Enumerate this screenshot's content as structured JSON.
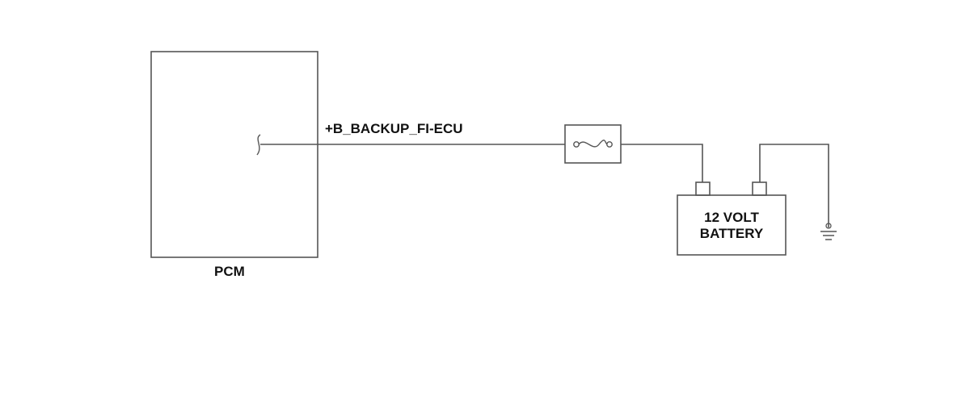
{
  "diagram": {
    "pcm_label": "PCM",
    "wire_label": "+B_BACKUP_FI-ECU",
    "battery_label_line1": "12 VOLT",
    "battery_label_line2": "BATTERY"
  },
  "colors": {
    "line": "#555555",
    "text": "#111111",
    "background": "#ffffff"
  }
}
